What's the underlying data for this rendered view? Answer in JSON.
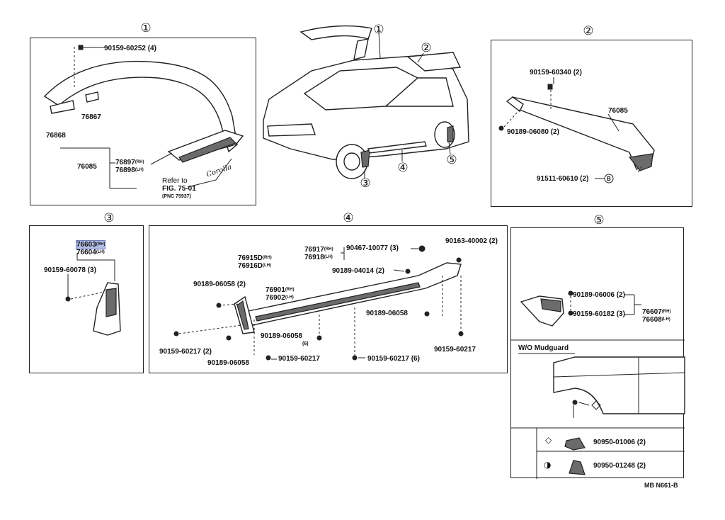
{
  "sections": [
    {
      "id": "1",
      "marker": "①"
    },
    {
      "id": "2",
      "marker": "②"
    },
    {
      "id": "3",
      "marker": "③"
    },
    {
      "id": "4",
      "marker": "④"
    },
    {
      "id": "5",
      "marker": "⑤"
    }
  ],
  "car_callouts": [
    "①",
    "②",
    "③",
    "④",
    "⑤"
  ],
  "panel1": {
    "bolt": "90159-60252 (4)",
    "bracket_a": "76867",
    "bracket_b": "76868",
    "main": "76085",
    "rh": "76897",
    "lh": "76898",
    "refer_line1": "Refer to",
    "refer_line2": "FIG. 75-01",
    "refer_line3": "(PNC 75937)",
    "emblem": "Corolla"
  },
  "panel2": {
    "bolt_top": "90159-60340 (2)",
    "bolt_left": "90189-06080 (2)",
    "spoiler": "76085",
    "bottom": "91511-60610 (2)",
    "marker_b": "B"
  },
  "panel3": {
    "rh": "76603",
    "lh": "76604",
    "bolt": "90159-60078 (3)"
  },
  "panel4": {
    "rh_a": "76915D",
    "lh_a": "76916D",
    "rh_b": "76917",
    "lh_b": "76918",
    "clip_a": "90467-10077 (3)",
    "clip_b": "90163-40002 (2)",
    "clip_c": "90189-04014 (2)",
    "bolt_a": "90189-06058 (2)",
    "rh_c": "76901",
    "lh_c": "76902",
    "bolt_b": "90189-06058",
    "bolt_c": "90189-06058",
    "bolt_c_qty": "(6)",
    "bolt_d": "90159-60217 (2)",
    "bolt_e": "90189-06058",
    "bolt_f": "90159-60217",
    "bolt_g": "90159-60217 (6)",
    "bolt_h": "90159-60217"
  },
  "panel5": {
    "bolt_a": "90189-06006 (2)",
    "bolt_b": "90159-60182 (3)",
    "rh": "76607",
    "lh": "76608",
    "wo_title": "W/O Mudguard",
    "table": [
      {
        "symbol": "◇",
        "part": "90950-01006 (2)"
      },
      {
        "symbol": "◑",
        "part": "90950-01248 (2)"
      }
    ]
  },
  "tags": {
    "rh": "(RH)",
    "lh": "(LH)"
  },
  "footer": "MB N661-B"
}
